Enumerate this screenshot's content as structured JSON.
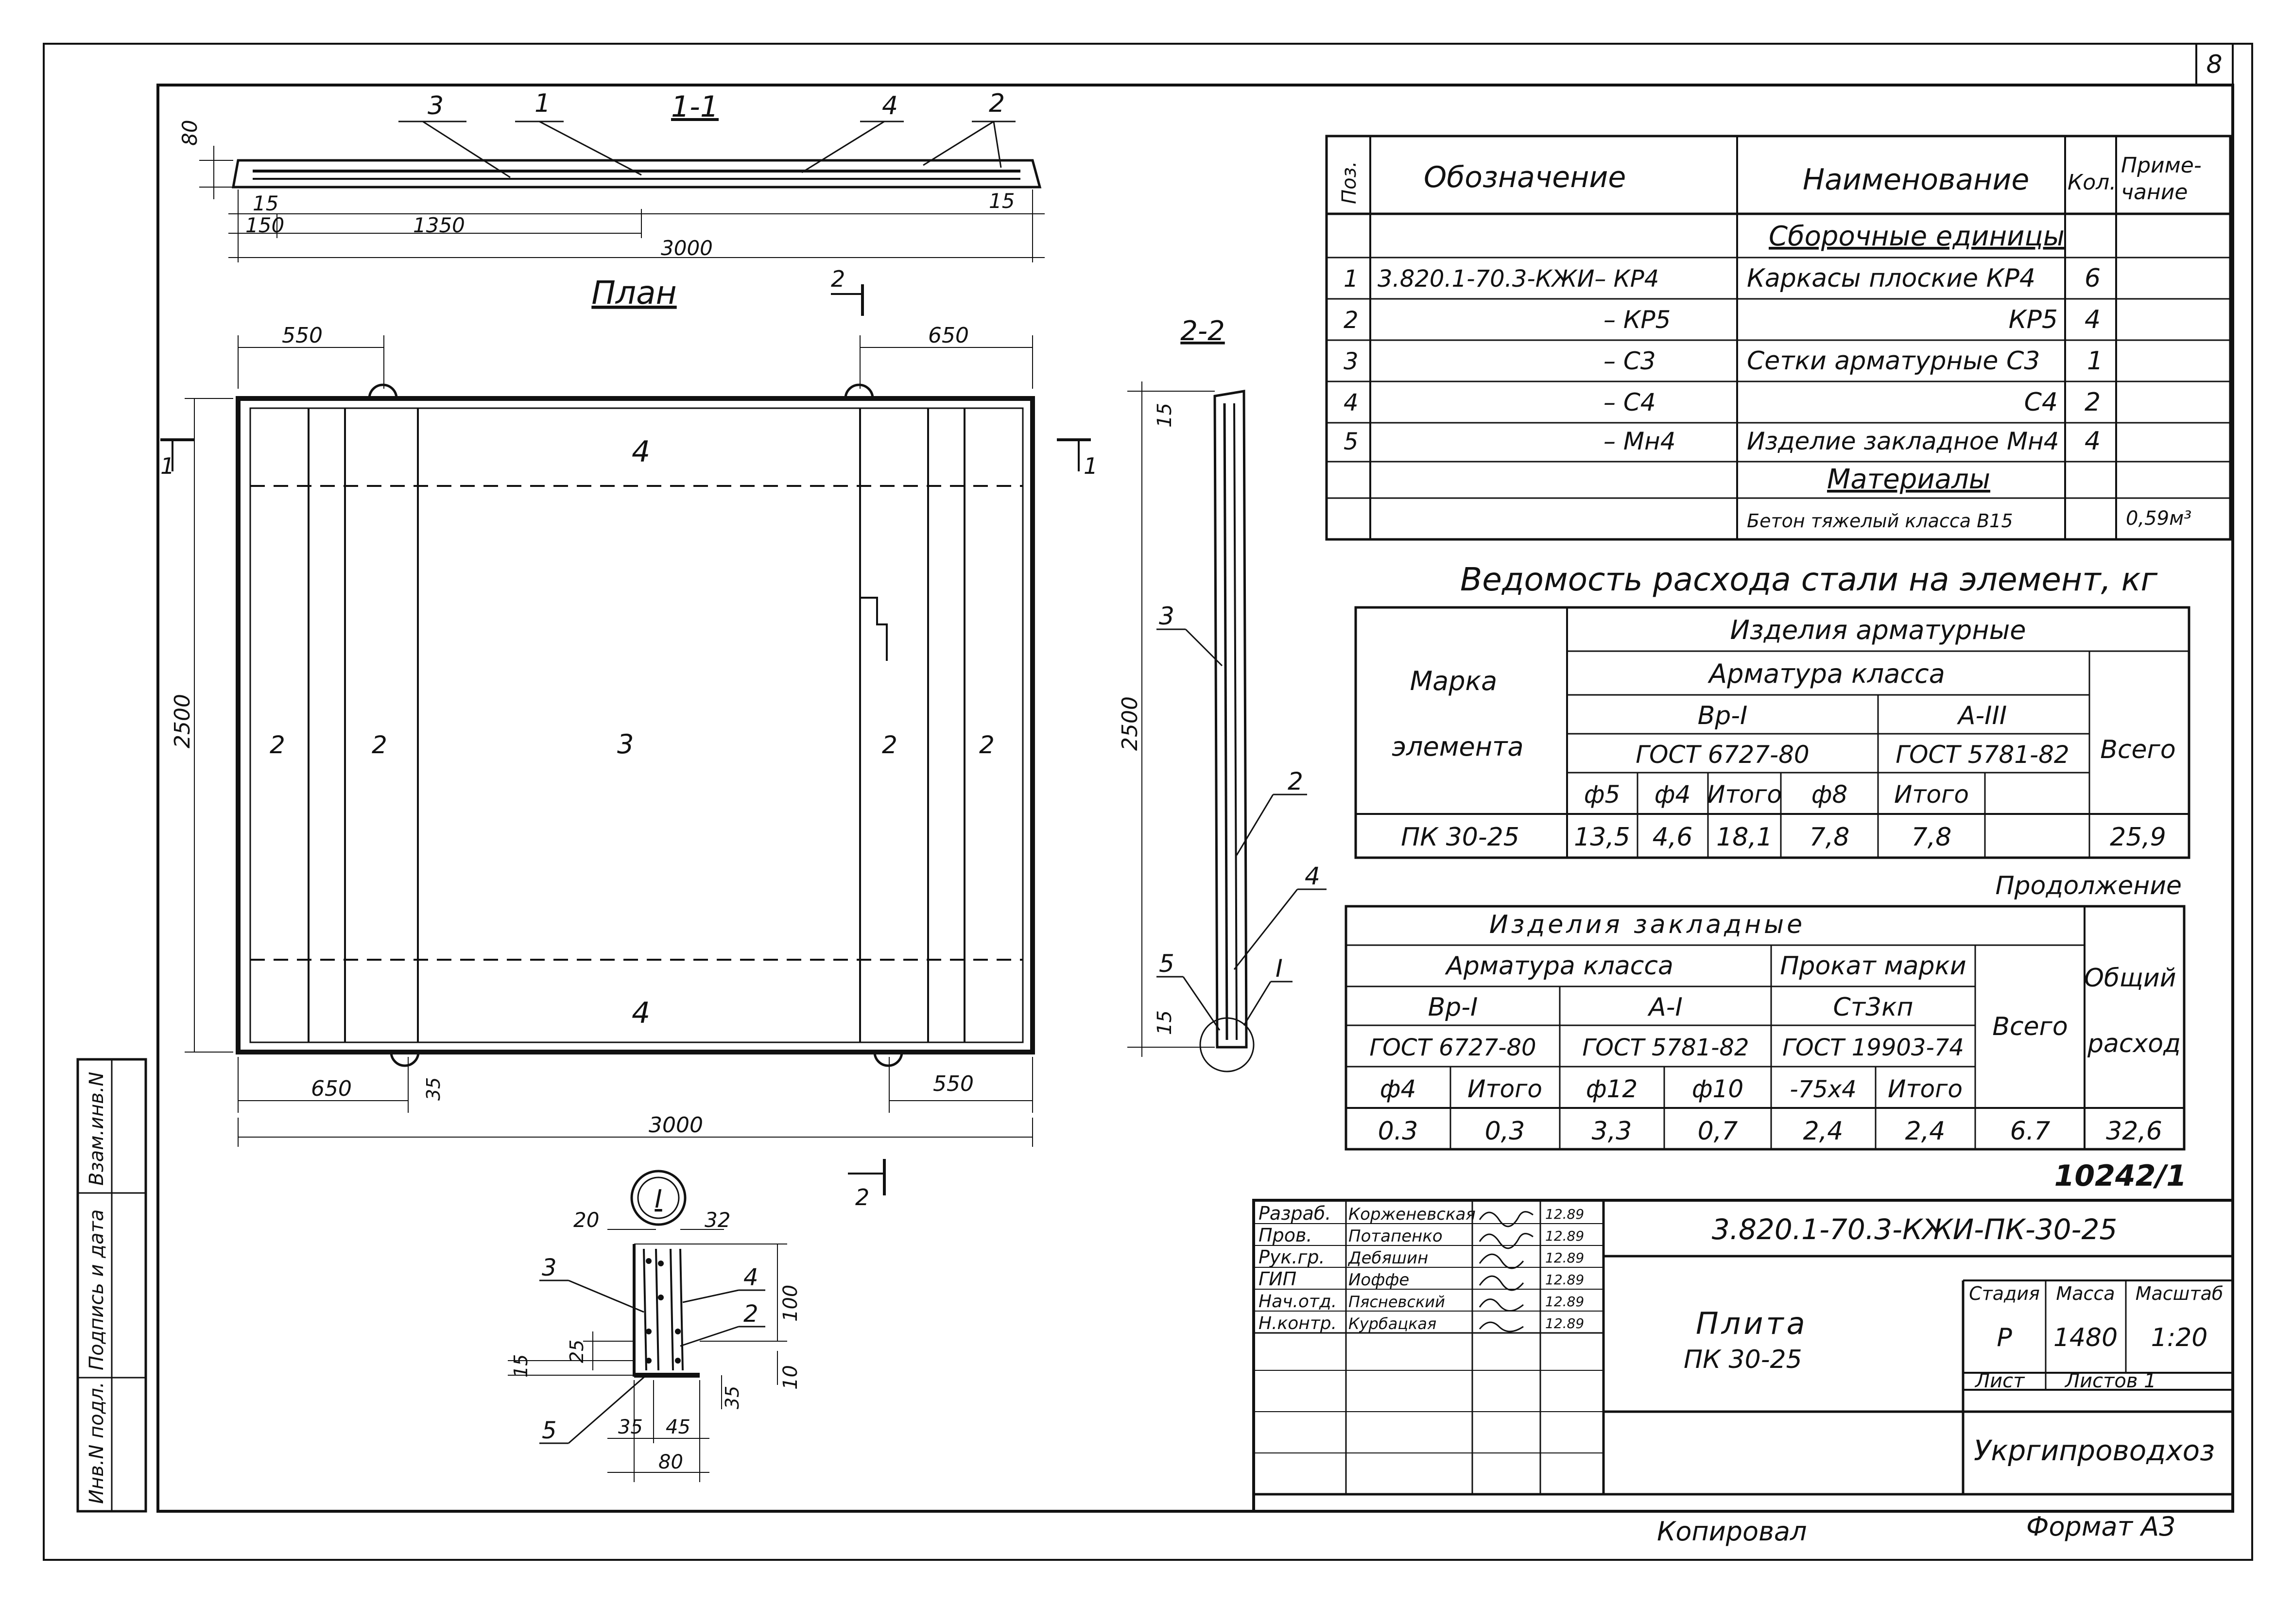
{
  "sheet_number": "8",
  "section_1_1": {
    "title": "1-1",
    "callouts": [
      "3",
      "1",
      "4",
      "2"
    ],
    "dims": {
      "height": "80",
      "left_edge": "15",
      "right_edge": "15",
      "offset": "150",
      "half": "1350",
      "total": "3000"
    }
  },
  "plan": {
    "title": "План",
    "top_left_dim": "550",
    "top_right_dim": "650",
    "bottom_left_dim": "650",
    "bottom_right_dim": "550",
    "loop_dim": "35",
    "total_dim": "3000",
    "height_dim": "2500",
    "zone_top": "4",
    "zone_bottom": "4",
    "zone_center": "3",
    "strip_labels": [
      "2",
      "2",
      "2",
      "2"
    ],
    "section_mark_1": "1",
    "section_mark_2": "2"
  },
  "section_2_2": {
    "title": "2-2",
    "dim_top": "15",
    "dim_height": "2500",
    "dim_bottom": "15",
    "callouts": [
      "3",
      "2",
      "4",
      "5",
      "I"
    ]
  },
  "detail_i": {
    "title": "I",
    "dims": {
      "left_top": "20",
      "right_top": "32",
      "h100": "100",
      "h25": "25",
      "h15": "15",
      "h10": "10",
      "h35": "35",
      "w35": "35",
      "w45": "45",
      "w80": "80"
    },
    "callouts": [
      "3",
      "4",
      "2",
      "5"
    ]
  },
  "spec_table": {
    "headers": [
      "Поз.",
      "Обозначение",
      "Наименование",
      "Кол.",
      "Приме-\nчание"
    ],
    "group_assembly": "Сборочные единицы",
    "group_materials": "Материалы",
    "rows": [
      {
        "pos": "1",
        "code": "3.820.1-70.3-КЖИ– КР4",
        "name": "Каркасы плоские КР4",
        "qty": "6",
        "note": ""
      },
      {
        "pos": "2",
        "code": "– КР5",
        "name": "КР5",
        "qty": "4",
        "note": ""
      },
      {
        "pos": "3",
        "code": "– С3",
        "name": "Сетки арматурные С3",
        "qty": "1",
        "note": ""
      },
      {
        "pos": "4",
        "code": "– С4",
        "name": "С4",
        "qty": "2",
        "note": ""
      },
      {
        "pos": "5",
        "code": "– Мн4",
        "name": "Изделие закладное Мн4",
        "qty": "4",
        "note": ""
      }
    ],
    "material_row": {
      "name": "Бетон тяжелый класса В15",
      "note": "0,59м³"
    }
  },
  "steel_title": "Ведомость расхода стали на элемент, кг",
  "steel_table_1": {
    "mark_header": "Марка\nэлемента",
    "top_header": "Изделия арматурные",
    "class_header": "Арматура класса",
    "vr1": "Вр-I",
    "a3": "А-III",
    "gost_vr1": "ГОСТ 6727-80",
    "gost_a3": "ГОСТ 5781-82",
    "total_header": "Всего",
    "cols": [
      "ф5",
      "ф4",
      "Итого",
      "ф8",
      "Итого"
    ],
    "row": {
      "mark": "ПК 30-25",
      "values": [
        "13,5",
        "4,6",
        "18,1",
        "7,8",
        "7,8",
        "25,9"
      ]
    }
  },
  "continuation": "Продолжение",
  "steel_table_2": {
    "top_header": "Изделия закладные",
    "class_header": "Арматура класса",
    "prokat_header": "Прокат марки",
    "vr1": "Вр-I",
    "a1": "А-I",
    "st3": "Ст3кп",
    "gost_vr1": "ГОСТ 6727-80",
    "gost_a1": "ГОСТ 5781-82",
    "gost_st3": "ГОСТ 19903-74",
    "total_header": "Всего",
    "overall_header": "Общий\nрасход",
    "cols": [
      "ф4",
      "Итого",
      "ф12",
      "ф10",
      "-75x4",
      "Итого"
    ],
    "values": [
      "0.3",
      "0,3",
      "3,3",
      "0,7",
      "2,4",
      "2,4",
      "6.7",
      "32,6"
    ]
  },
  "doc_id": "10242/1",
  "title_block": {
    "code": "3.820.1-70.3-КЖИ-ПК-30-25",
    "roles": [
      "Разраб.",
      "Пров.",
      "Рук.гр.",
      "ГИП",
      "Нач.отд.",
      "Н.контр."
    ],
    "names": [
      "Корженевская",
      "Потапенко",
      "Дебяшин",
      "Иоффе",
      "Пясневский",
      "Курбацкая"
    ],
    "dates": [
      "12.89",
      "12.89",
      "12.89",
      "12.89",
      "12.89",
      "12.89"
    ],
    "item_title": "Плита",
    "item_code": "ПК 30-25",
    "stage_header": "Стадия",
    "mass_header": "Масса",
    "scale_header": "Масштаб",
    "stage": "Р",
    "mass": "1480",
    "scale": "1:20",
    "sheet_label": "Лист",
    "sheets_label": "Листов 1",
    "organization": "Укргипроводхоз"
  },
  "left_strip": [
    "Инв.N подл.",
    "Подпись и дата",
    "Взам.инв.N"
  ],
  "footer_left": "Копировал",
  "footer_right": "Формат А3"
}
